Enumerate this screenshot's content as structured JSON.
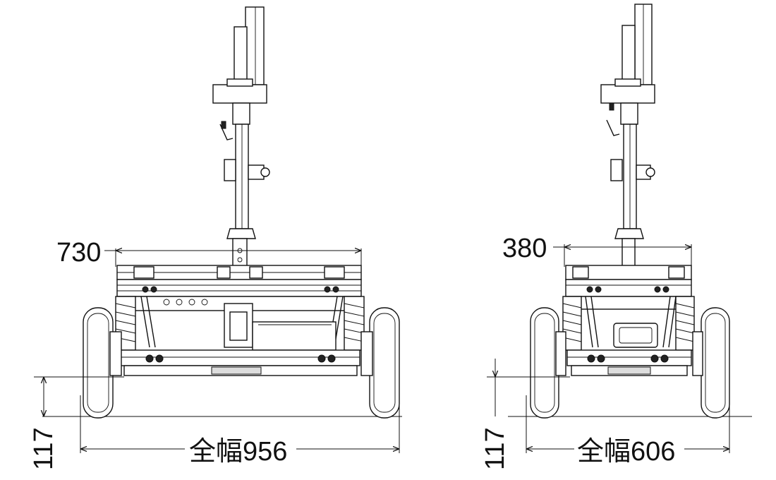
{
  "views": [
    {
      "name": "wide",
      "top_width": "730",
      "total_width": "全幅956",
      "ground_clearance": "117"
    },
    {
      "name": "narrow",
      "top_width": "380",
      "total_width": "全幅606",
      "ground_clearance": "117"
    }
  ]
}
